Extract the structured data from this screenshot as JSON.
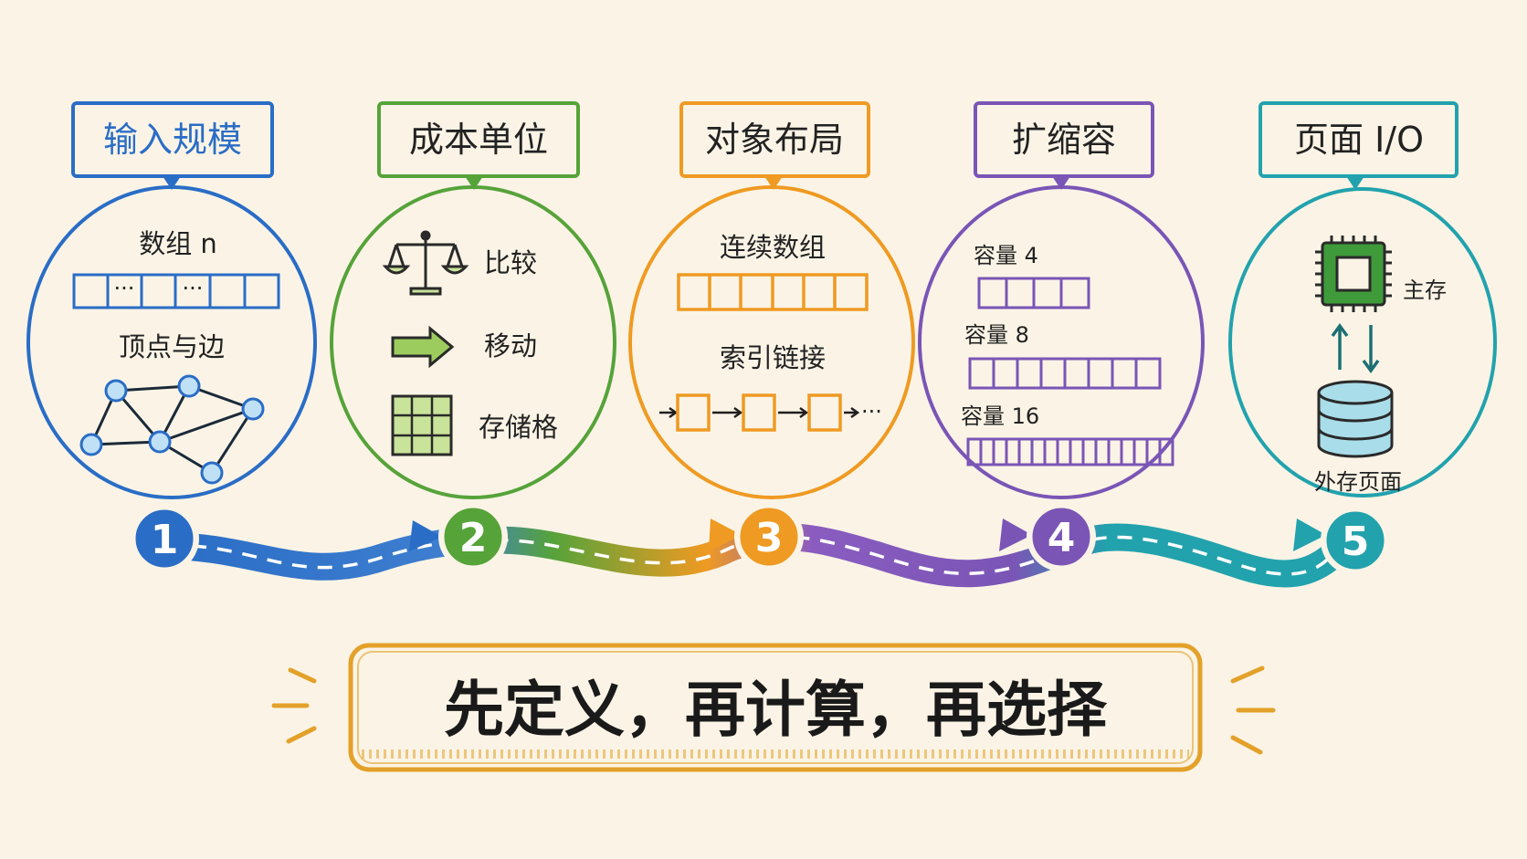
{
  "stages": [
    {
      "number": "1",
      "title": "输入规模",
      "color": "#2a6dc6",
      "array_label": "数组 n",
      "array_cells": [
        "",
        "···",
        "",
        "···",
        "",
        ""
      ],
      "graph_label": "顶点与边"
    },
    {
      "number": "2",
      "title": "成本单位",
      "color": "#56a33a",
      "items": [
        {
          "icon": "balance-scale-icon",
          "label": "比较"
        },
        {
          "icon": "right-arrow-icon",
          "label": "移动"
        },
        {
          "icon": "grid-icon",
          "label": "存储格"
        }
      ]
    },
    {
      "number": "3",
      "title": "对象布局",
      "color": "#ef9a22",
      "contiguous_label": "连续数组",
      "linked_label": "索引链接",
      "linked_tail": "···"
    },
    {
      "number": "4",
      "title": "扩缩容",
      "color": "#7a55b6",
      "capacities": [
        {
          "label": "容量 4",
          "cells": 4
        },
        {
          "label": "容量 8",
          "cells": 8
        },
        {
          "label": "容量 16",
          "cells": 16
        }
      ]
    },
    {
      "number": "5",
      "title": "页面 I/O",
      "color": "#22a2ad",
      "memory_label": "主存",
      "storage_label": "外存页面"
    }
  ],
  "motto": "先定义，再计算，再选择",
  "colors": {
    "background": "#fbf4e6",
    "motto_border": "#e3a12a"
  }
}
